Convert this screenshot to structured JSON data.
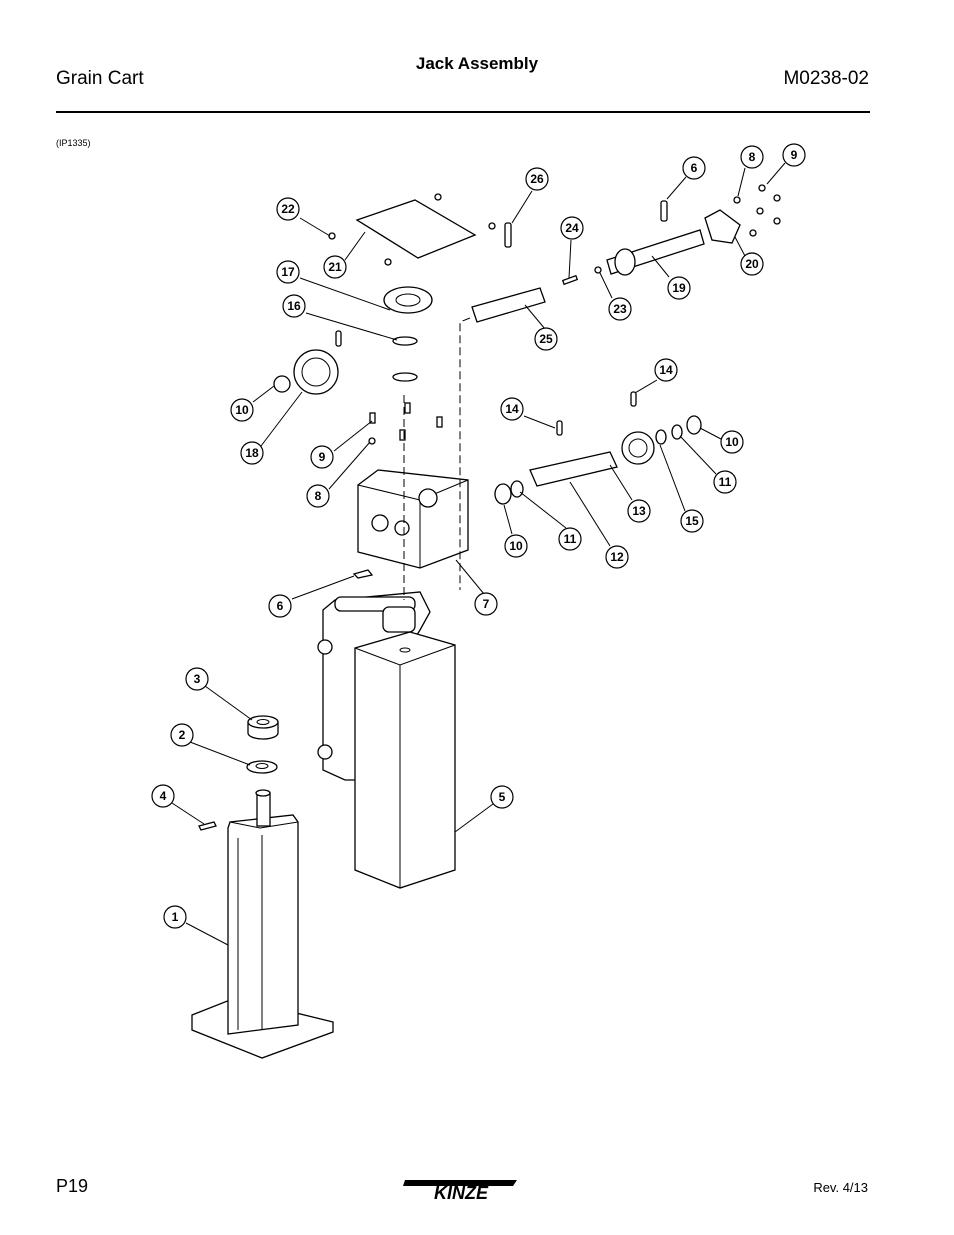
{
  "header": {
    "left": "Grain Cart",
    "center": "Jack Assembly",
    "right": "M0238-02"
  },
  "figure_ref": "(IP1335)",
  "callouts": [
    "1",
    "2",
    "3",
    "4",
    "5",
    "6",
    "6",
    "7",
    "8",
    "8",
    "9",
    "9",
    "10",
    "10",
    "10",
    "11",
    "11",
    "12",
    "13",
    "14",
    "14",
    "15",
    "16",
    "17",
    "18",
    "19",
    "20",
    "21",
    "22",
    "23",
    "24",
    "25",
    "26"
  ],
  "footer": {
    "page": "P19",
    "brand": "KINZE",
    "revision": "Rev. 4/13"
  }
}
